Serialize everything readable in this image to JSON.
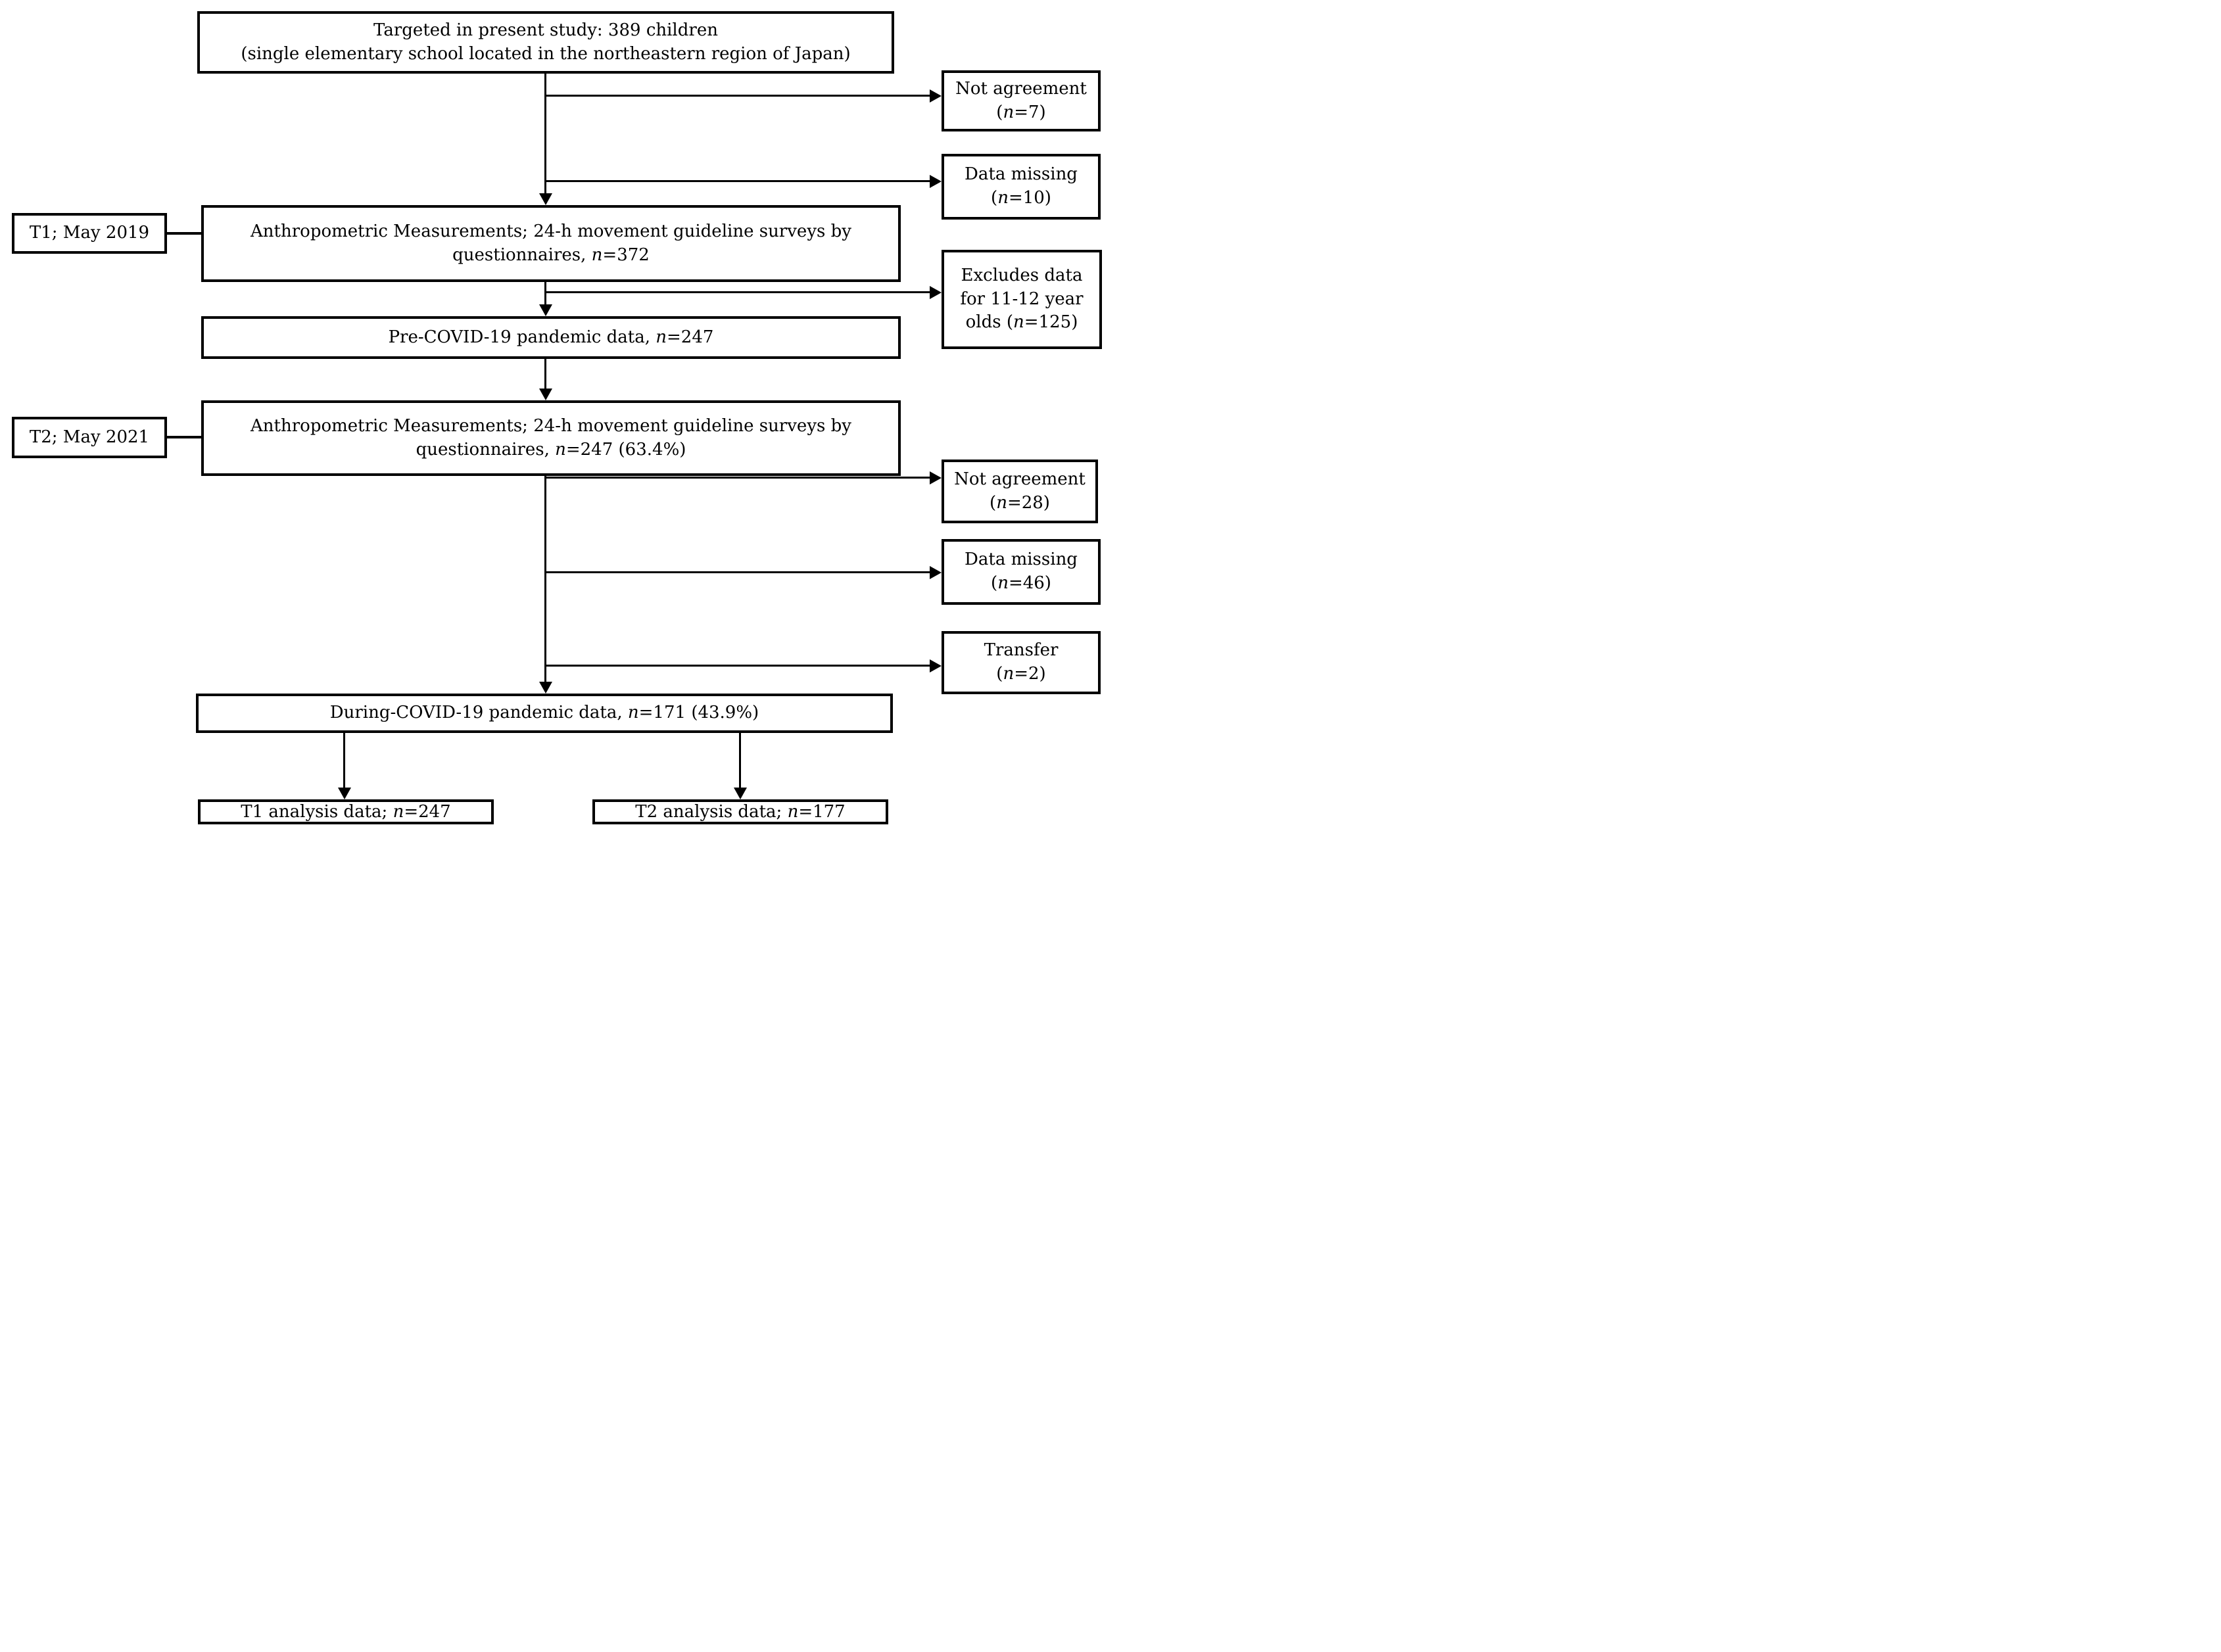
{
  "canvas": {
    "background": "#ffffff",
    "line_color": "#000000"
  },
  "boxes": {
    "target": {
      "line1": "Targeted in present study: 389 children",
      "line2": "(single elementary school located in the northeastern region of Japan)"
    },
    "not_agreement_t1": {
      "line1": "Not agreement",
      "open": "(",
      "n": "n",
      "rest": "=7)"
    },
    "data_missing_t1": {
      "line1": "Data missing",
      "open": "(",
      "n": "n",
      "rest": "=10)"
    },
    "t1_label": {
      "text": "T1; May 2019"
    },
    "anthro_t1": {
      "line1": "Anthropometric Measurements; 24-h movement guideline surveys by",
      "line2_pre": "questionnaires, ",
      "n": "n",
      "line2_post": "=372"
    },
    "excludes": {
      "line1": "Excludes data",
      "line2": "for 11-12 year",
      "line3_pre": "olds (",
      "n": "n",
      "line3_post": "=125)"
    },
    "pre_covid": {
      "pre": "Pre-COVID-19 pandemic data, ",
      "n": "n",
      "post": "=247"
    },
    "t2_label": {
      "text": "T2; May 2021"
    },
    "anthro_t2": {
      "line1": "Anthropometric Measurements; 24-h movement guideline surveys by",
      "line2_pre": "questionnaires, ",
      "n": "n",
      "line2_post": "=247 (63.4%)"
    },
    "not_agreement_t2": {
      "line1": "Not agreement",
      "open": "(",
      "n": "n",
      "rest": "=28)"
    },
    "data_missing_t2": {
      "line1": "Data missing",
      "open": "(",
      "n": "n",
      "rest": "=46)"
    },
    "transfer": {
      "line1": "Transfer",
      "open": "(",
      "n": "n",
      "rest": "=2)"
    },
    "during_covid": {
      "pre": "During-COVID-19 pandemic data, ",
      "n": "n",
      "post": "=171 (43.9%)"
    },
    "t1_analysis": {
      "pre": "T1 analysis data; ",
      "n": "n",
      "post": "=247"
    },
    "t2_analysis": {
      "pre": "T2 analysis data; ",
      "n": "n",
      "post": "=177"
    }
  }
}
